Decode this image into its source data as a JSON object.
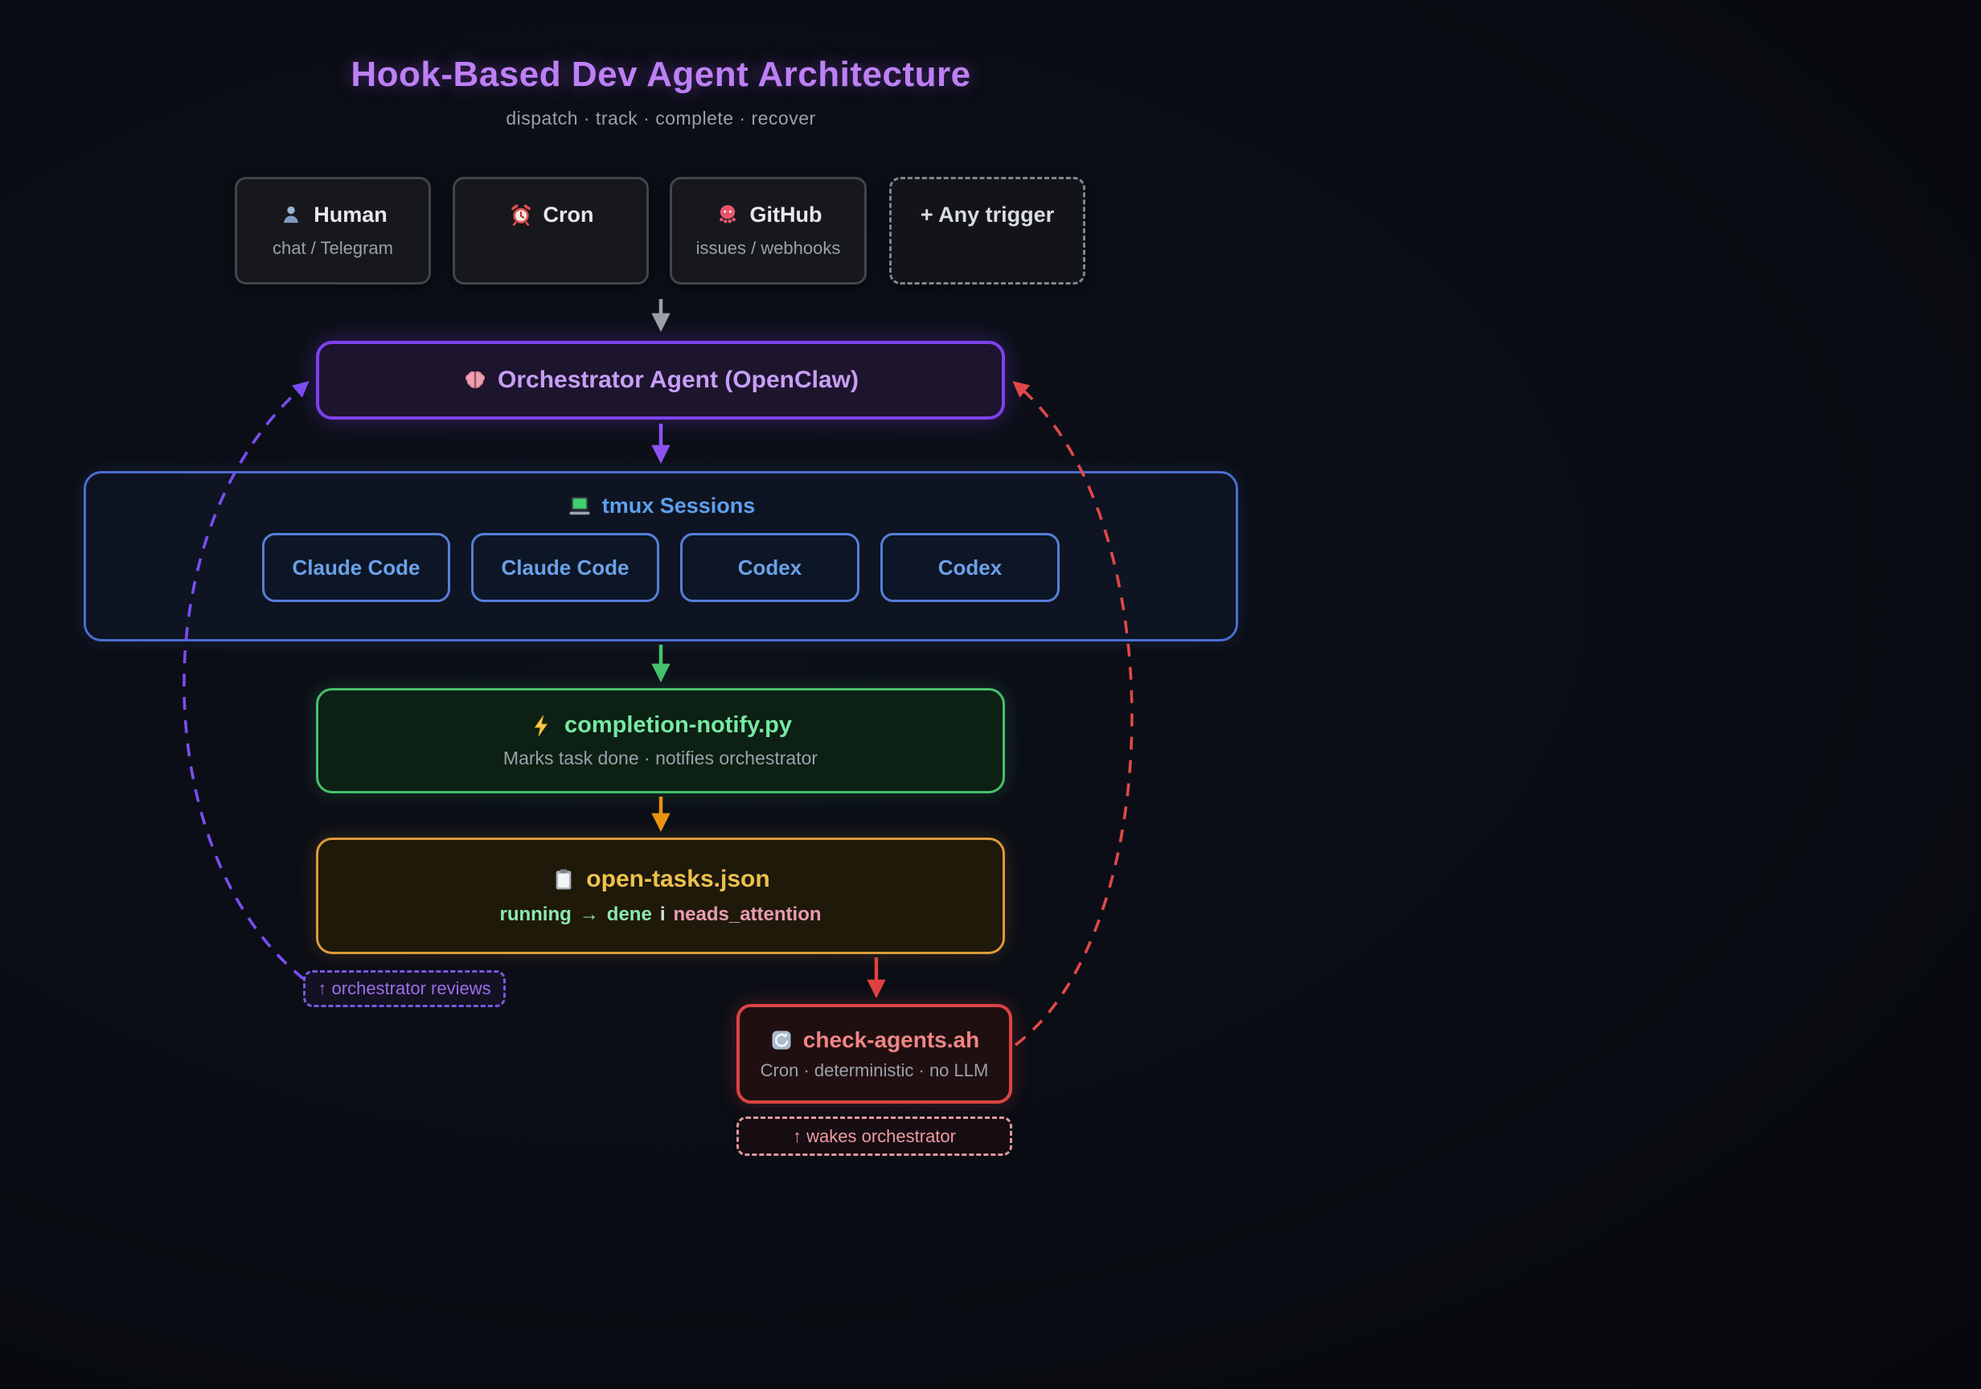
{
  "title": "Hook-Based Dev Agent Architecture",
  "subtitle": "dispatch · track · complete · recover",
  "triggers": {
    "human": {
      "icon": "person-icon",
      "label": "Human",
      "sub": "chat / Telegram"
    },
    "cron": {
      "icon": "alarm-clock-icon",
      "label": "Cron",
      "sub": ""
    },
    "github": {
      "icon": "octopus-icon",
      "label": "GitHub",
      "sub": "issues / webhooks"
    },
    "any": {
      "icon": "",
      "label": "+ Any trigger",
      "sub": ""
    }
  },
  "orchestrator": {
    "icon": "brain-icon",
    "label": "Orchestrator Agent (OpenClaw)"
  },
  "tmux": {
    "icon": "terminal-icon",
    "title": "tmux Sessions",
    "sessions": [
      "Claude Code",
      "Claude Code",
      "Codex",
      "Codex"
    ]
  },
  "completion": {
    "icon": "lightning-icon",
    "title": "completion-notify.py",
    "sub": "Marks task done · notifies orchestrator"
  },
  "open_tasks": {
    "icon": "clipboard-icon",
    "title": "open-tasks.json",
    "status": {
      "running": "running",
      "arrow": "→",
      "done": "dene",
      "sep": "i",
      "attention": "neads_attention"
    }
  },
  "check_agents": {
    "icon": "refresh-icon",
    "title": "check-agents.ah",
    "sub": "Cron · deterministic · no LLM"
  },
  "labels": {
    "reviews": "↑ orchestrator reviews",
    "wakes": "↑ wakes orchestrator"
  },
  "colors": {
    "title_purple": "#bd80f4",
    "orchestrator_border": "#7d42ee",
    "tmux_blue": "#4a6ed0",
    "session_blue": "#567fd8",
    "green": "#46c06c",
    "amber": "#dc9b3c",
    "red": "#dc4444",
    "gray_arrow": "#9aa0a6",
    "orange_arrow": "#e8930e"
  }
}
